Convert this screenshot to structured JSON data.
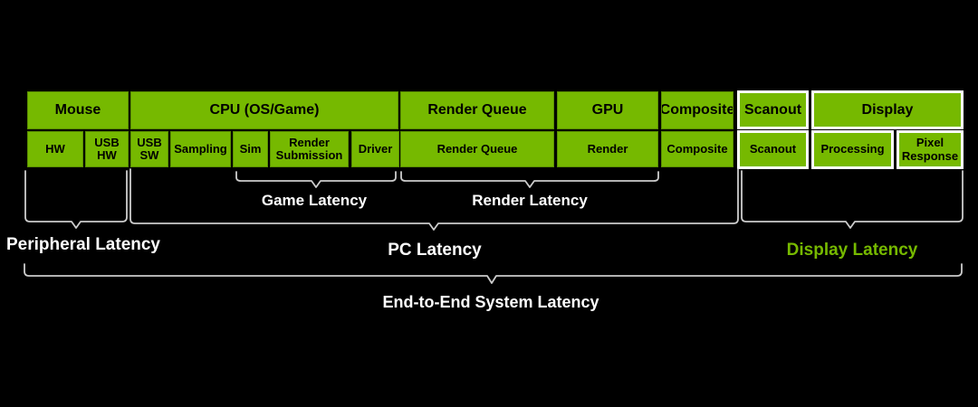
{
  "colors": {
    "background": "#000000",
    "box_fill": "#76B900",
    "box_text": "#000000",
    "highlight_border": "#ffffff",
    "bracket_line": "#cccccc",
    "label_text": "#ffffff",
    "display_latency_text": "#76B900"
  },
  "rows": {
    "top": [
      {
        "label": "Mouse"
      },
      {
        "label": "CPU (OS/Game)"
      },
      {
        "label": "Render Queue"
      },
      {
        "label": "GPU"
      },
      {
        "label": "Composite"
      },
      {
        "label": "Scanout"
      },
      {
        "label": "Display"
      }
    ],
    "sub": [
      {
        "label": "HW"
      },
      {
        "label": "USB HW"
      },
      {
        "label": "USB SW"
      },
      {
        "label": "Sampling"
      },
      {
        "label": "Sim"
      },
      {
        "label": "Render Submission"
      },
      {
        "label": "Driver"
      },
      {
        "label": "Render Queue"
      },
      {
        "label": "Render"
      },
      {
        "label": "Composite"
      },
      {
        "label": "Scanout"
      },
      {
        "label": "Processing"
      },
      {
        "label": "Pixel Response"
      }
    ]
  },
  "brackets": {
    "game": {
      "label": "Game Latency"
    },
    "render": {
      "label": "Render Latency"
    },
    "peripheral": {
      "label": "Peripheral Latency"
    },
    "pc": {
      "label": "PC Latency"
    },
    "display": {
      "label": "Display Latency"
    },
    "end_to_end": {
      "label": "End-to-End System Latency"
    }
  }
}
